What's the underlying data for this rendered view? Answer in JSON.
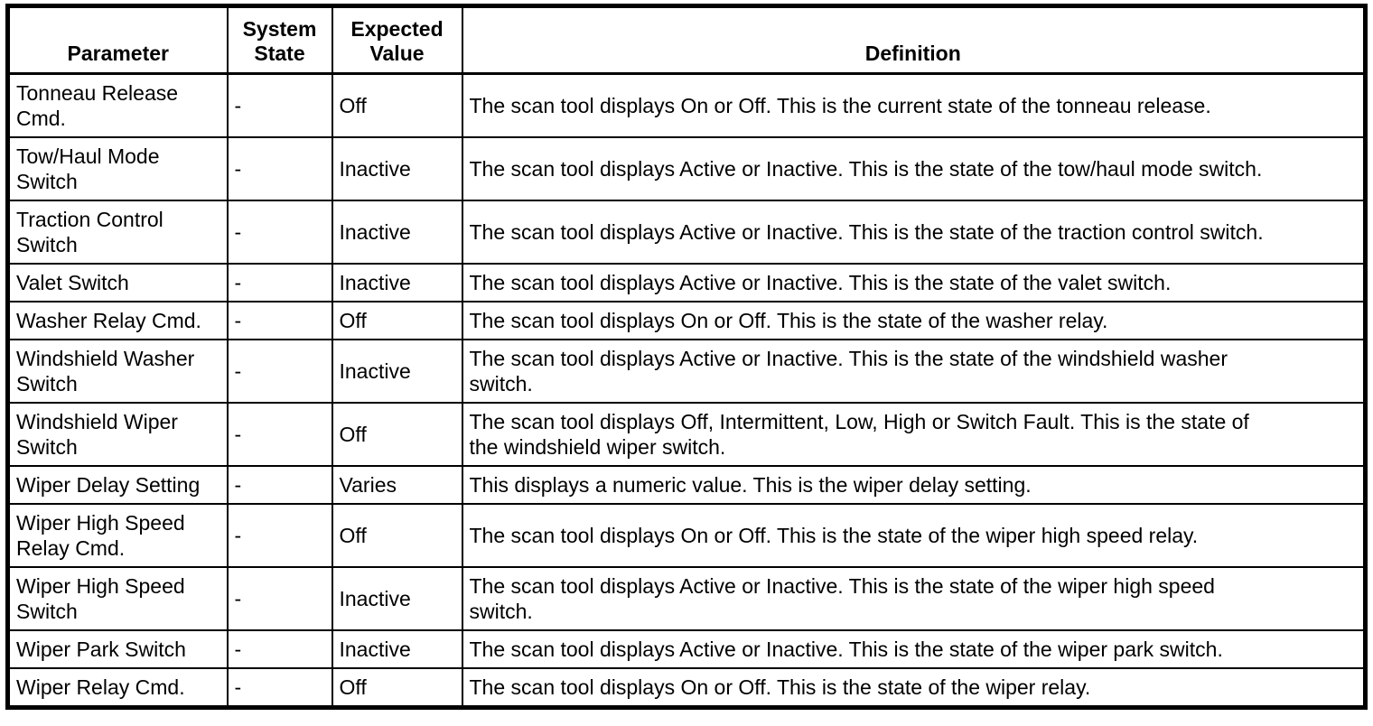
{
  "table": {
    "headers": [
      "Parameter",
      "System State",
      "Expected Value",
      "Definition"
    ],
    "rows": [
      {
        "parameter": "Tonneau Release Cmd.",
        "system_state": "-",
        "expected_value": "Off",
        "definition": "The scan tool displays On or Off. This is the current state of the tonneau release."
      },
      {
        "parameter": "Tow/Haul Mode Switch",
        "system_state": "-",
        "expected_value": "Inactive",
        "definition": "The scan tool displays Active or Inactive. This is the state of the tow/haul mode switch."
      },
      {
        "parameter": "Traction Control Switch",
        "system_state": "-",
        "expected_value": "Inactive",
        "definition": "The scan tool displays Active or Inactive. This is the state of the traction control switch."
      },
      {
        "parameter": "Valet Switch",
        "system_state": "-",
        "expected_value": "Inactive",
        "definition": "The scan tool displays Active or Inactive. This is the state of the valet switch."
      },
      {
        "parameter": "Washer Relay Cmd.",
        "system_state": "-",
        "expected_value": "Off",
        "definition": "The scan tool displays On or Off. This is the state of the washer relay."
      },
      {
        "parameter": "Windshield Washer Switch",
        "system_state": "-",
        "expected_value": "Inactive",
        "definition": "The scan tool displays Active or Inactive. This is the state of the windshield washer switch."
      },
      {
        "parameter": "Windshield Wiper Switch",
        "system_state": "-",
        "expected_value": "Off",
        "definition": "The scan tool displays Off, Intermittent, Low, High or Switch Fault. This is the state of the windshield wiper switch."
      },
      {
        "parameter": "Wiper Delay Setting",
        "system_state": "-",
        "expected_value": "Varies",
        "definition": "This displays a numeric value. This is the wiper delay setting."
      },
      {
        "parameter": "Wiper High Speed Relay Cmd.",
        "system_state": "-",
        "expected_value": "Off",
        "definition": "The scan tool displays On or Off. This is the state of the wiper high speed relay."
      },
      {
        "parameter": "Wiper High Speed Switch",
        "system_state": "-",
        "expected_value": "Inactive",
        "definition": "The scan tool displays Active or Inactive. This is the state of the wiper high speed switch."
      },
      {
        "parameter": "Wiper Park Switch",
        "system_state": "-",
        "expected_value": "Inactive",
        "definition": "The scan tool displays Active or Inactive. This is the state of the wiper park switch."
      },
      {
        "parameter": "Wiper Relay Cmd.",
        "system_state": "-",
        "expected_value": "Off",
        "definition": "The scan tool displays On or Off. This is the state of the wiper relay."
      }
    ]
  },
  "colors": {
    "border": "#000000",
    "background": "#ffffff",
    "text": "#000000"
  }
}
